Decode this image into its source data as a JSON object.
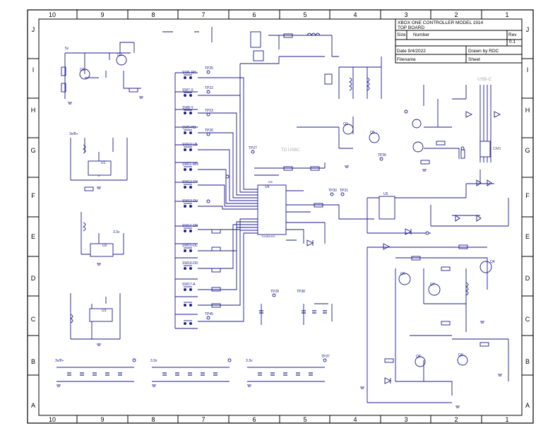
{
  "frame": {
    "cols_top": [
      "10",
      "9",
      "8",
      "7",
      "6",
      "5",
      "4",
      "3",
      "2",
      "1"
    ],
    "cols_bottom": [
      "10",
      "9",
      "8",
      "7",
      "6",
      "5",
      "4",
      "3",
      "2",
      "1"
    ],
    "rows": [
      "J",
      "I",
      "H",
      "G",
      "F",
      "E",
      "D",
      "C",
      "B",
      "A"
    ]
  },
  "title_block": {
    "title": "XBOX ONE CONTROLLER MODEL 1914",
    "subtitle": "TOP BOARD",
    "size_label": "Size",
    "number_label": "Number",
    "rev_label": "Rev",
    "rev_value": "0.1",
    "date_label": "Date 9/4/2022",
    "drawn_label": "Drawn by RDC",
    "filename_label": "Filename",
    "sheet_label": "Sheet"
  },
  "labels": {
    "usb_c": "USB-C",
    "to_usbc": "TO USBC",
    "cm1": "CM1",
    "u_main": "TUSB1002",
    "main_ic_label": "U4",
    "rails": [
      "3v/8+",
      "3.3v",
      "5v",
      "3v/8+",
      "3.3v",
      "3.3v"
    ],
    "tp_labels": [
      "TP25",
      "TP22",
      "TP23",
      "TP26",
      "TP27",
      "TP28",
      "TP30",
      "TP31",
      "TP36",
      "TP37",
      "TP38",
      "TP45"
    ],
    "sw_labels": [
      "SW6-RH",
      "SW7-X",
      "SW8-Y",
      "SW9-RB",
      "SW10-LB",
      "SW11-MN",
      "SW12-DY",
      "SW13-DU",
      "SW14-DR",
      "SW15-DL",
      "SW16-DD",
      "SW17-A"
    ],
    "u_parts": [
      "U1",
      "U2",
      "U3",
      "U5",
      "U6"
    ],
    "q_parts": [
      "Q1",
      "Q2",
      "Q3",
      "Q5",
      "Q6",
      "Q7",
      "Q8",
      "Q9",
      "Q4"
    ]
  }
}
